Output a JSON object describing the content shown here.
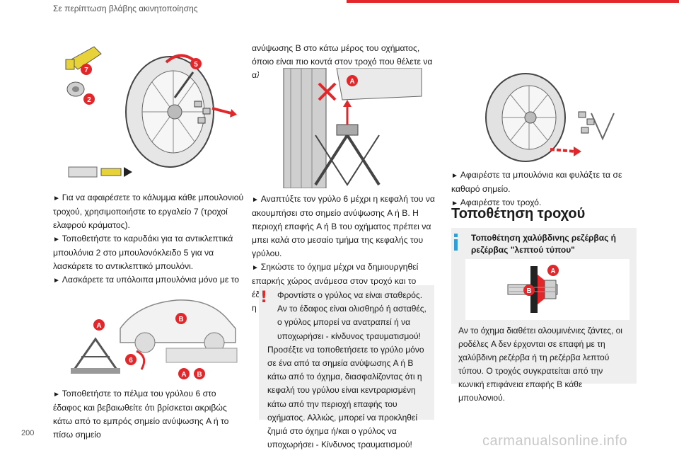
{
  "header": {
    "title": "Σε περίπτωση βλάβης ακινητοποίησης"
  },
  "figures": {
    "fig1": {
      "badges": [
        "7",
        "5",
        "2"
      ]
    },
    "fig2": {
      "badges": [
        "A",
        "B",
        "6",
        "A",
        "B"
      ]
    },
    "fig3": {
      "badges": [
        "A"
      ]
    },
    "fig5": {
      "badges": [
        "A",
        "B"
      ]
    }
  },
  "col1": {
    "p1": "Για να αφαιρέσετε το κάλυμμα κάθε μπουλονιού τροχού, χρησιμοποιήστε το εργαλείο 7 (τροχοί ελαφρού κράματος).",
    "p2": "Τοποθετήστε το καρυδάκι για τα αντικλεπτικά μπουλόνια 2 στο μπουλονόκλειδο 5 για να λασκάρετε το αντικλεπτικό μπουλόνι.",
    "p3": "Λασκάρετε τα υπόλοιπα μπουλόνια μόνο με το μπουλονόκλειδο 5.",
    "p4": "Τοποθετήστε το πέλμα του γρύλου 6 στο έδαφος και βεβαιωθείτε ότι βρίσκεται ακριβώς κάτω από το εμπρός σημείο ανύψωσης A ή το πίσω σημείο"
  },
  "col2": {
    "p0": "ανύψωσης B στο κάτω μέρος του οχήματος, όποιο είναι πιο κοντά στον τροχό που θέλετε να αλλάξετε.",
    "p1": "Αναπτύξτε τον γρύλο 6 μέχρι η κεφαλή του να ακουμπήσει στο σημείο ανύψωσης A ή B. Η περιοχή επαφής A ή B του οχήματος πρέπει να μπει καλά στο μεσαίο τμήμα της κεφαλής του γρύλου.",
    "p2": "Σηκώστε το όχημα μέχρι να δημιουργηθεί επαρκής χώρος ανάμεσα στον τροχό και το έδαφος ώστε να μπορεί να τοποθετηθεί εύκολα η ρεζέρβα (όχι τρυπημένο ελαστικό).",
    "warning": {
      "mark": "!",
      "text1": "Φροντίστε ο γρύλος να είναι σταθερός. Αν το έδαφος είναι ολισθηρό ή ασταθές, ο γρύλος μπορεί να ανατραπεί ή να υποχωρήσει - κίνδυνος τραυματισμού!",
      "text2": "Προσέξτε να τοποθετήσετε το γρύλο μόνο σε ένα από τα σημεία ανύψωσης A ή B κάτω από το όχημα, διασφαλίζοντας ότι η κεφαλή του γρύλου είναι κεντραρισμένη κάτω από την περιοχή επαφής του οχήματος. Αλλιώς, μπορεί να προκληθεί ζημιά στο όχημα ή/και ο γρύλος να υποχωρήσει - Κίνδυνος τραυματισμού!"
    }
  },
  "col3": {
    "p1": "Αφαιρέστε τα μπουλόνια και φυλάξτε τα σε καθαρό σημείο.",
    "p2": "Αφαιρέστε τον τροχό.",
    "section_title": "Τοποθέτηση τροχού",
    "info": {
      "title": "Τοποθέτηση χαλύβδινης ρεζέρβας ή ρεζέρβας \"λεπτού τύπου\"",
      "text": "Αν το όχημα διαθέτει αλουμινένιες ζάντες, οι ροδέλες A δεν έρχονται σε επαφή με τη χαλύβδινη ρεζέρβα ή τη ρεζέρβα λεπτού τύπου. Ο τροχός συγκρατείται από την κωνική επιφάνεια επαφής B κάθε μπουλονιού."
    }
  },
  "footer": {
    "page_number": "200",
    "watermark": "carmanualsonline.info"
  },
  "colors": {
    "accent": "#e2262a",
    "info_blue": "#2f9fd8",
    "box_gray": "#efefef"
  }
}
